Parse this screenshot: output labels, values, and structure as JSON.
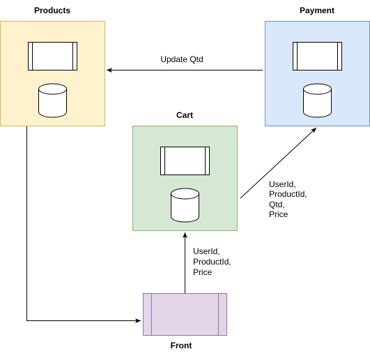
{
  "nodes": {
    "products": {
      "title": "Products",
      "fill": "#fff2cc",
      "stroke": "#d6b656"
    },
    "payment": {
      "title": "Payment",
      "fill": "#dae8fc",
      "stroke": "#6c8ebf"
    },
    "cart": {
      "title": "Cart",
      "fill": "#d5e8d4",
      "stroke": "#82b366"
    },
    "front": {
      "title": "Front",
      "fill": "#e1d5e7",
      "stroke": "#9673a6"
    }
  },
  "edges": {
    "payment_to_products": {
      "label": [
        "Update Qtd"
      ]
    },
    "cart_to_payment": {
      "label": [
        "UserId,",
        "ProductId,",
        "Qtd,",
        "Price"
      ]
    },
    "front_to_cart": {
      "label": [
        "UserId,",
        "ProductId,",
        "Price"
      ]
    },
    "products_to_front": {
      "label": []
    }
  },
  "colors": {
    "line": "#000000",
    "icon_fill": "#ffffff"
  }
}
